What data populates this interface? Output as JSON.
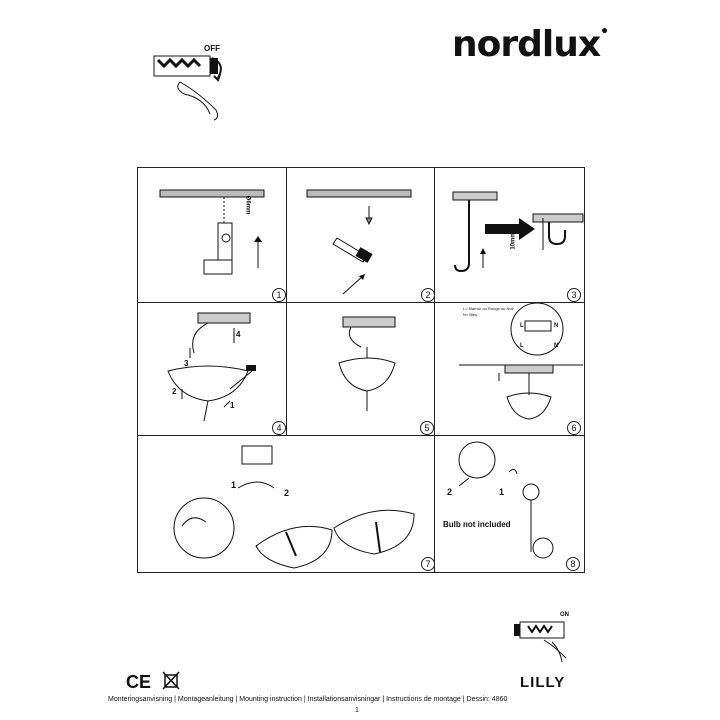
{
  "brand": {
    "name": "nordlux",
    "dot": "•"
  },
  "top_switch": {
    "label": "OFF"
  },
  "bottom_switch": {
    "label": "ON"
  },
  "steps": [
    "1",
    "2",
    "3",
    "4",
    "5",
    "6",
    "7",
    "8"
  ],
  "step6": {
    "small_text_1": "L= Marron ou Rouge ou Noir",
    "small_text_2": "N= Bleu",
    "labels": [
      "L",
      "N",
      "L",
      "N"
    ]
  },
  "step8": {
    "note": "Bulb not included",
    "arrow_labels": [
      "2",
      "1"
    ]
  },
  "step4": {
    "arrow_labels": [
      "4",
      "3",
      "2",
      "1"
    ]
  },
  "step7": {
    "arrow_labels": [
      "1",
      "2"
    ]
  },
  "step3": {
    "dimension": "10mm"
  },
  "step1": {
    "dimension": "Ø6mm"
  },
  "product": {
    "name": "LILLY"
  },
  "marks": {
    "ce": "CE"
  },
  "footer": {
    "instructions": "Monteringsanvisning | Montageanleitung | Mounting instruction | Installationsanvisningar | Instructions de montage | Dessin: 4860",
    "page": "1"
  }
}
